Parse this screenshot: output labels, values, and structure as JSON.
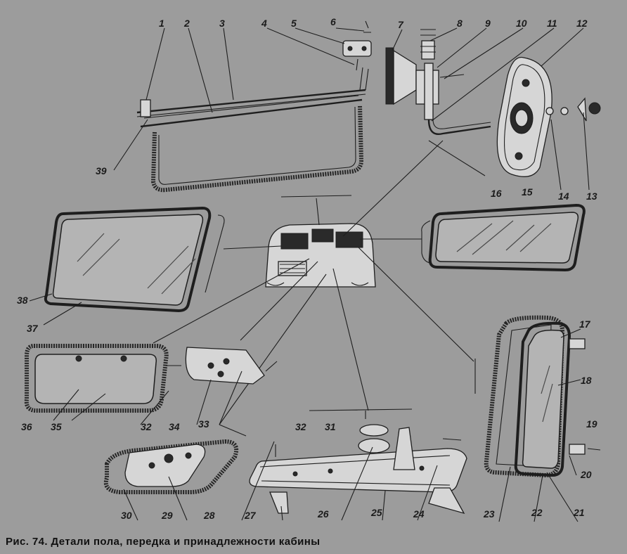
{
  "caption": "Рис. 74. Детали пола, передка и принадлежности кабины",
  "callouts": {
    "c1": "1",
    "c2": "2",
    "c3": "3",
    "c4": "4",
    "c5": "5",
    "c6": "6",
    "c7": "7",
    "c8": "8",
    "c9": "9",
    "c10": "10",
    "c11": "11",
    "c12": "12",
    "c13": "13",
    "c14": "14",
    "c15": "15",
    "c16": "16",
    "c17": "17",
    "c18": "18",
    "c19": "19",
    "c20": "20",
    "c21": "21",
    "c22": "22",
    "c23": "23",
    "c24": "24",
    "c25": "25",
    "c26": "26",
    "c27": "27",
    "c28": "28",
    "c29": "29",
    "c30": "30",
    "c31": "31",
    "c32a": "32",
    "c32b": "32",
    "c33": "33",
    "c34": "34",
    "c35": "35",
    "c36": "36",
    "c37": "37",
    "c38": "38",
    "c39": "39"
  }
}
